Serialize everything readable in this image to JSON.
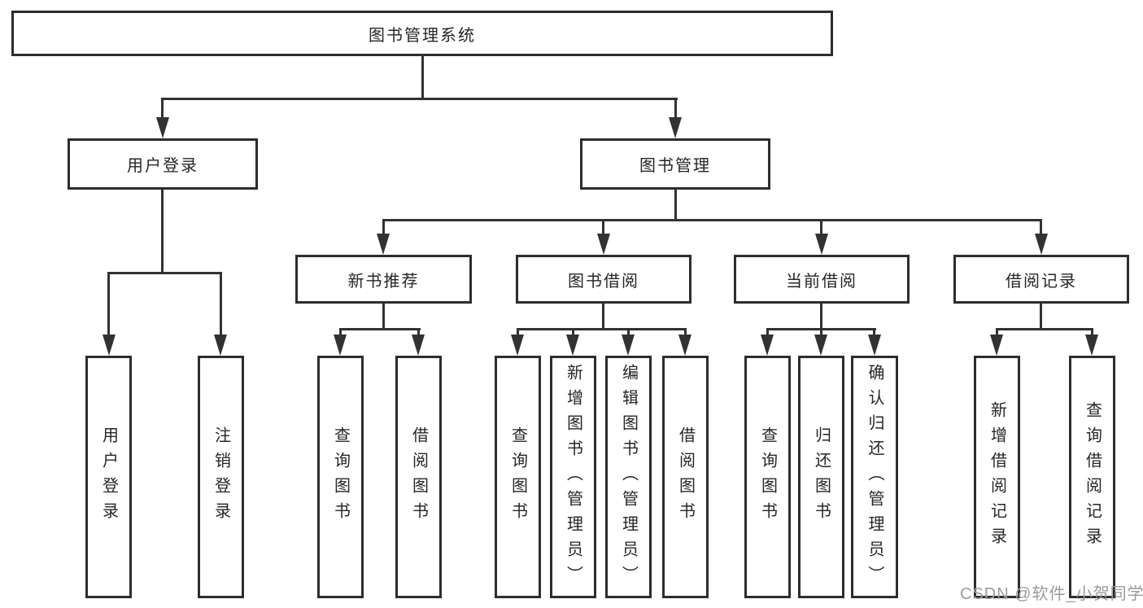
{
  "tree": {
    "label": "图书管理系统",
    "children": [
      {
        "label": "用户登录",
        "children": [
          {
            "label": "用户登录"
          },
          {
            "label": "注销登录"
          }
        ]
      },
      {
        "label": "图书管理",
        "children": [
          {
            "label": "新书推荐",
            "children": [
              {
                "label": "查询图书"
              },
              {
                "label": "借阅图书"
              }
            ]
          },
          {
            "label": "图书借阅",
            "children": [
              {
                "label": "查询图书"
              },
              {
                "label": "新增图书（管理员）"
              },
              {
                "label": "编辑图书（管理员）"
              },
              {
                "label": "借阅图书"
              }
            ]
          },
          {
            "label": "当前借阅",
            "children": [
              {
                "label": "查询图书"
              },
              {
                "label": "归还图书"
              },
              {
                "label": "确认归还（管理员）"
              }
            ]
          },
          {
            "label": "借阅记录",
            "children": [
              {
                "label": "新增借阅记录"
              },
              {
                "label": "查询借阅记录"
              }
            ]
          }
        ]
      }
    ]
  },
  "watermark": {
    "text": "CSDN @软件_小贺同学"
  },
  "colors": {
    "line": "#323232",
    "border": "#2d2d2d",
    "text": "#262626",
    "watermark": "#9b9b9b"
  }
}
